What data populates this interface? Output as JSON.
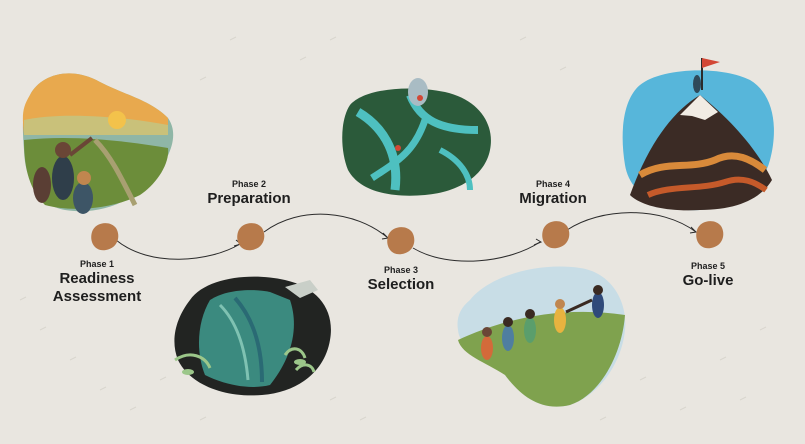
{
  "diagram": {
    "phases": [
      {
        "number": "Phase 1",
        "title": "Readiness\nAssessment"
      },
      {
        "number": "Phase 2",
        "title": "Preparation"
      },
      {
        "number": "Phase 3",
        "title": "Selection"
      },
      {
        "number": "Phase 4",
        "title": "Migration"
      },
      {
        "number": "Phase 5",
        "title": "Go-live"
      }
    ],
    "colors": {
      "background": "#e9e6e0",
      "marker": "#b77a4b",
      "connector": "#2b2b2b",
      "text": "#1e1e1e"
    },
    "illustrations": [
      "sunrise-landscape-illustration",
      "watering-can-plants-illustration",
      "maze-path-illustration",
      "climbing-team-illustration",
      "mountain-summit-flag-illustration"
    ]
  }
}
